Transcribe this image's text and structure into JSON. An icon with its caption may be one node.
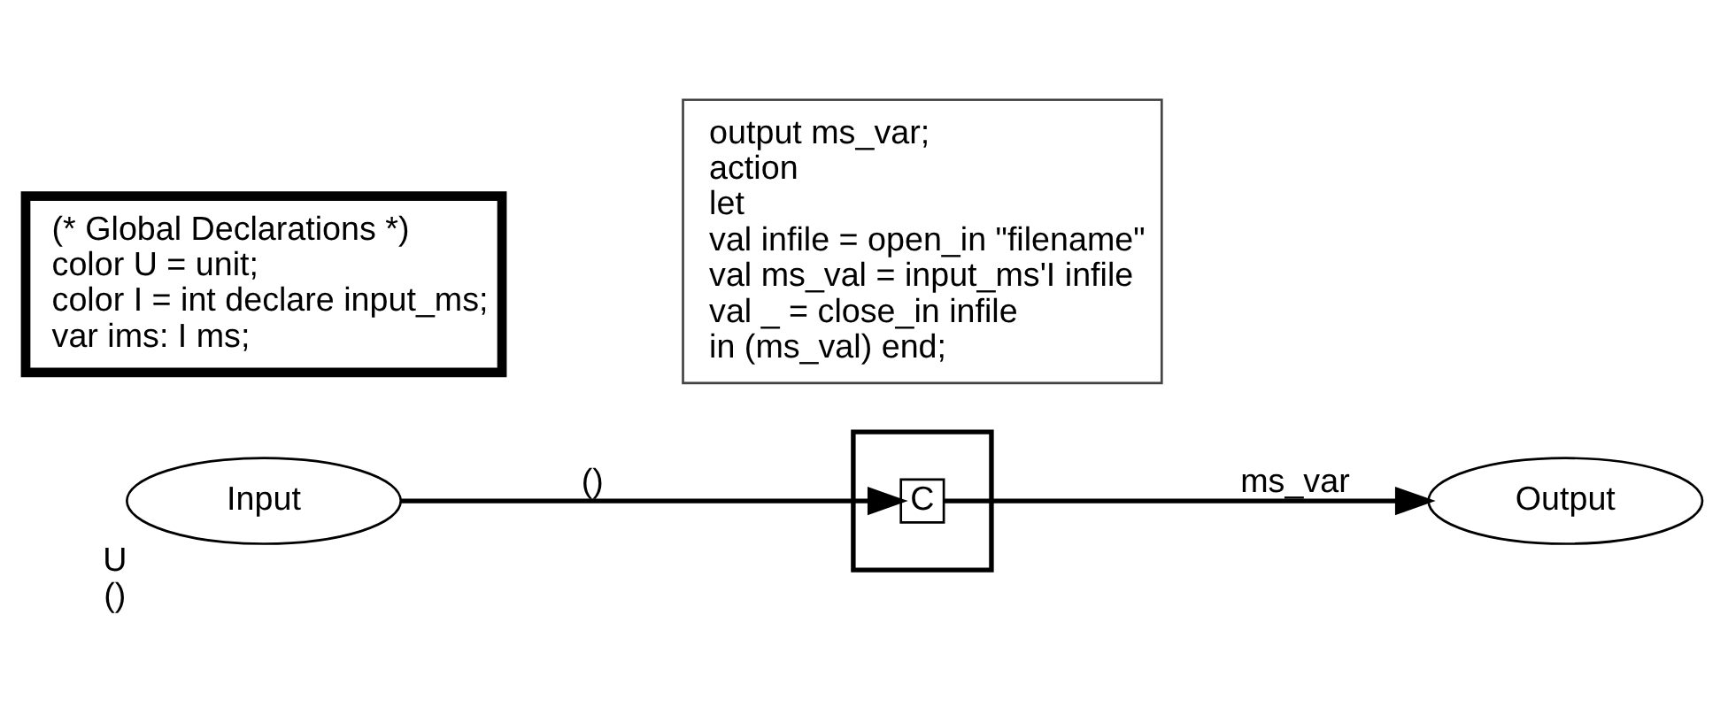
{
  "diagram": {
    "nodes": [
      {
        "text": [
          "Input"
        ],
        "beside": [
          "U",
          "()"
        ]
      },
      {
        "text": [],
        "shape": "box"
      },
      {
        "text": [
          "C"
        ],
        "in": 1
      },
      {
        "text": [
          "Output"
        ]
      },
      {
        "text": [
          "(* Global Declarations *)",
          "color U = unit;",
          "color I = int declare input_ms;",
          "var ims: I ms;"
        ]
      },
      {
        "text": [
          "output ms_var;",
          "action",
          "let",
          "val infile = open_in \"filename\"",
          "val ms_val = input_ms'I infile",
          "val _ = close_in infile",
          "in (ms_val) end;"
        ]
      }
    ],
    "edges": [
      {
        "from": 0,
        "to": 2,
        "arrow": "to",
        "label": "()"
      },
      {
        "from": 2,
        "to": 3,
        "arrow": "to",
        "label": "ms_var"
      }
    ]
  }
}
